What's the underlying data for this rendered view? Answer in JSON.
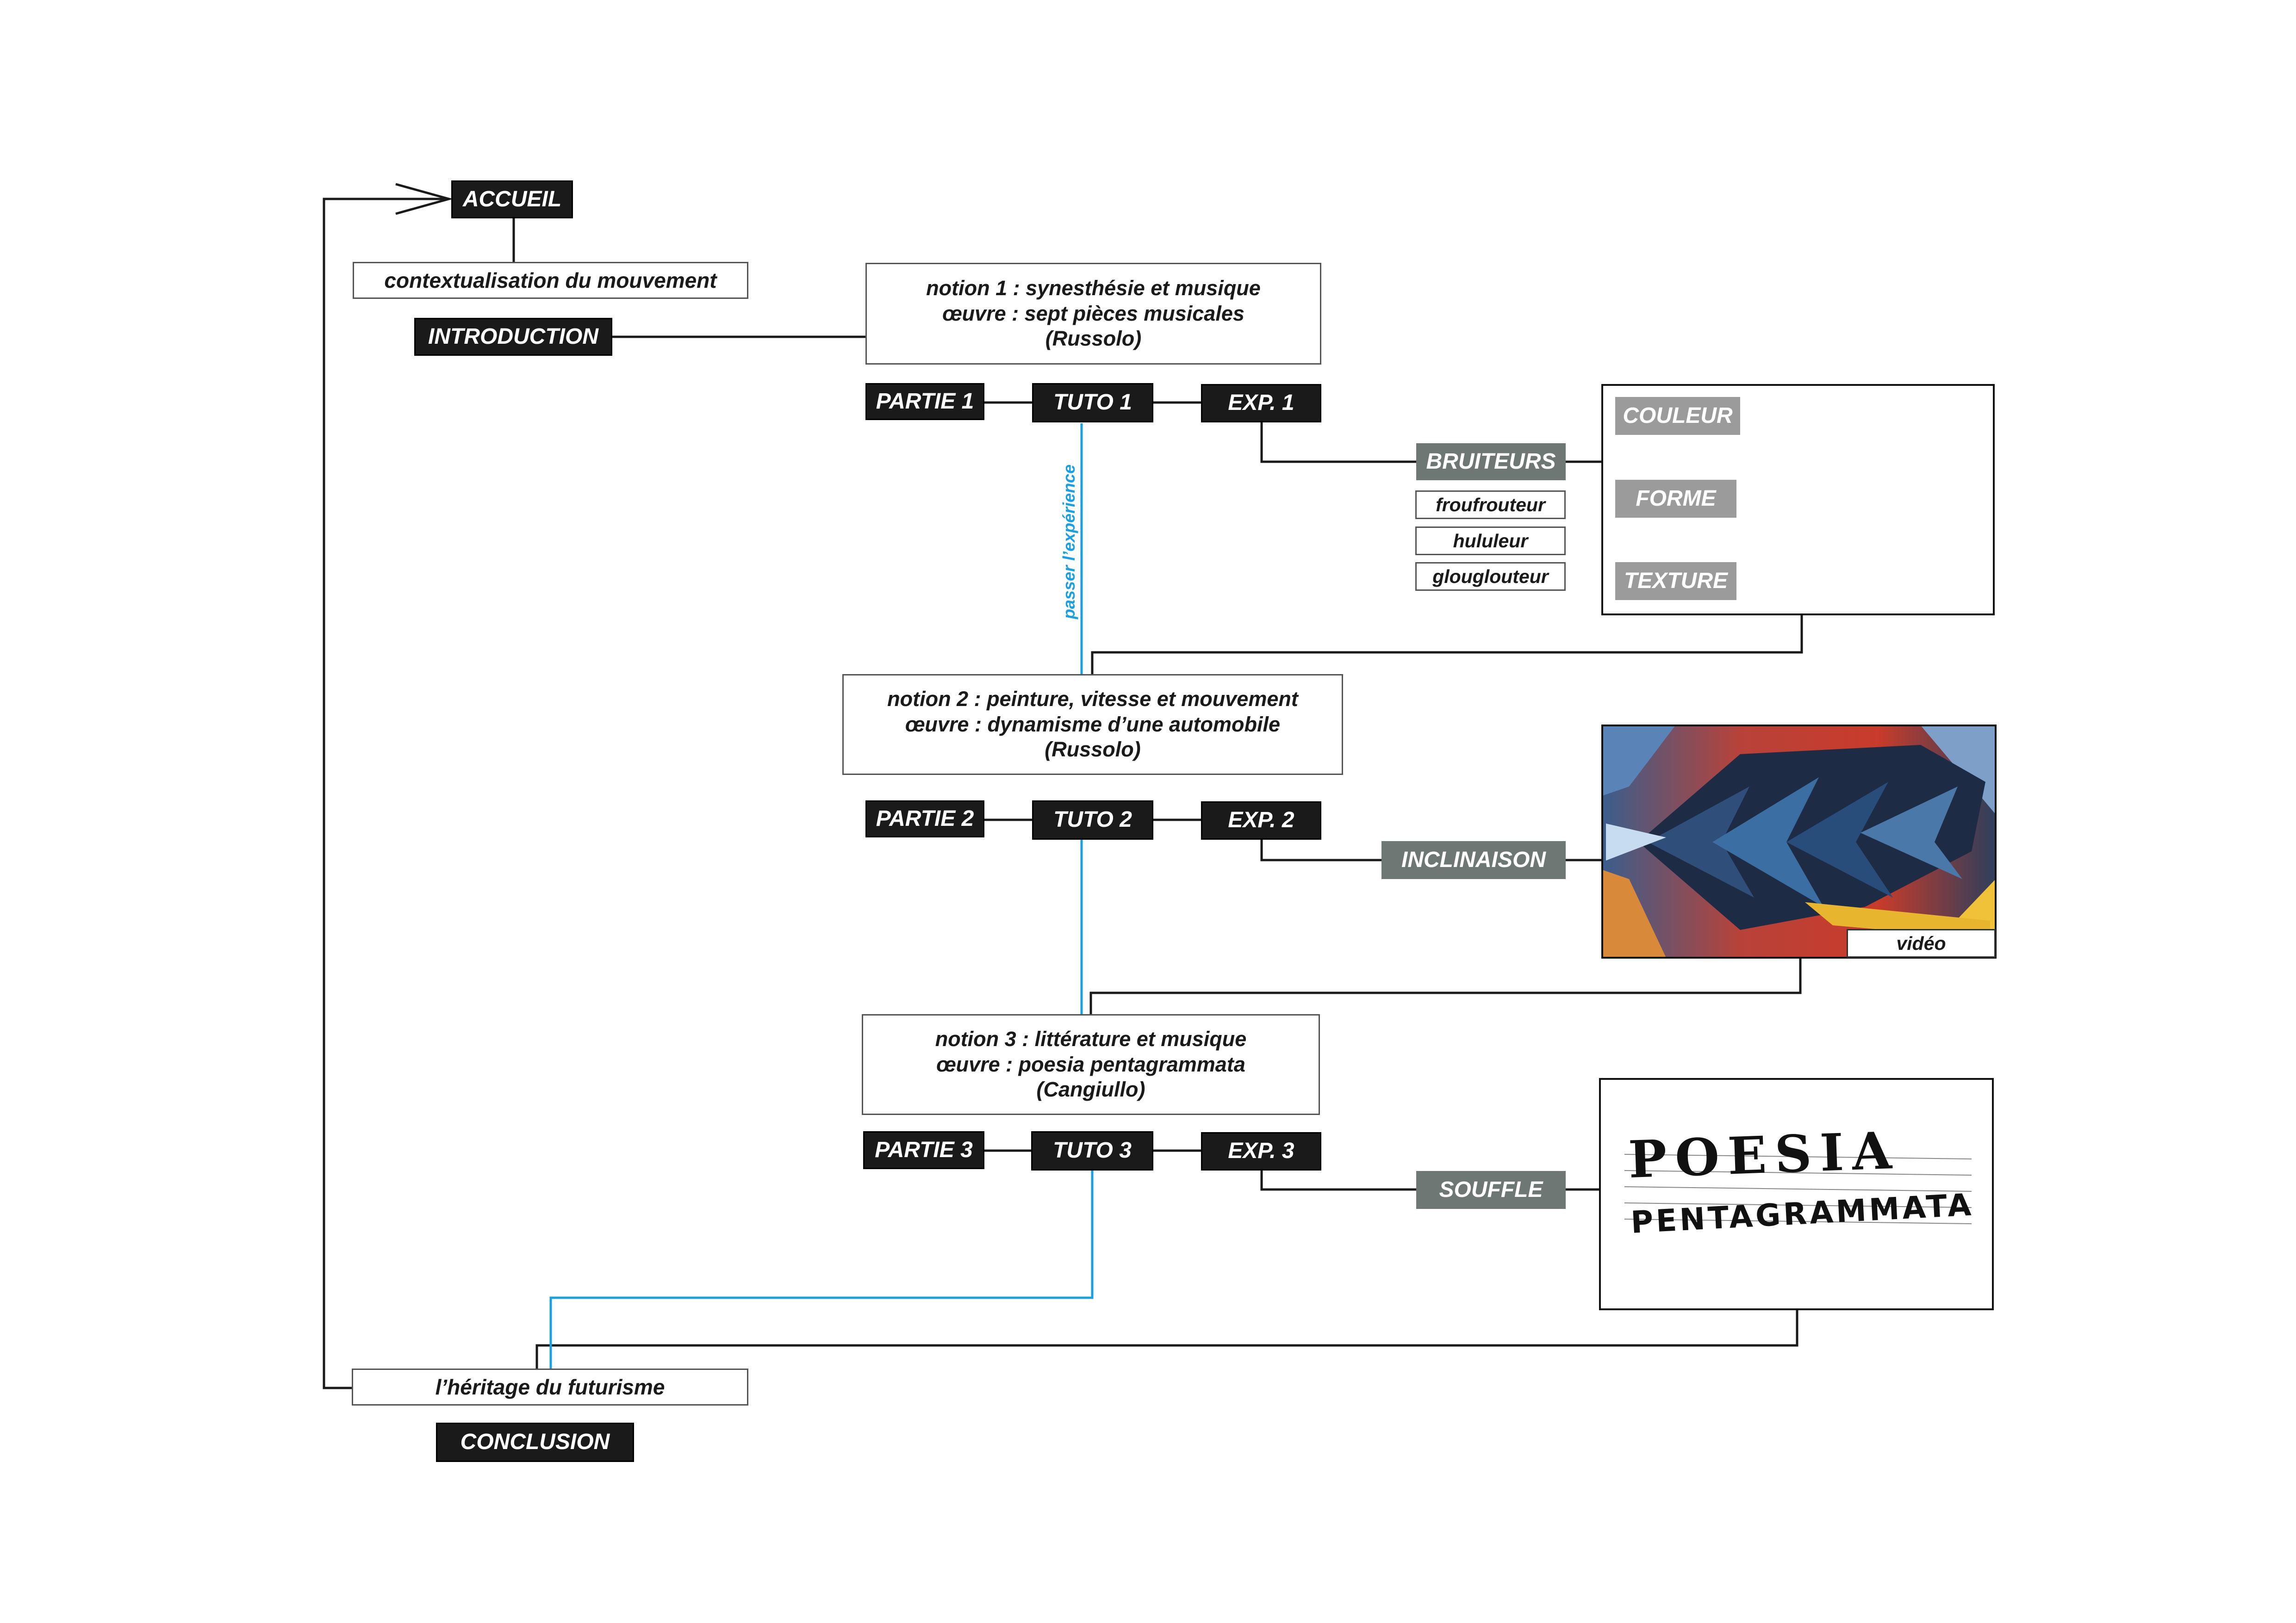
{
  "nodes": {
    "accueil": "ACCUEIL",
    "contextualisation": "contextualisation du mouvement",
    "introduction": "INTRODUCTION",
    "notion1": "notion 1 : synesthésie et musique\nœuvre : sept pièces musicales\n(Russolo)",
    "notion2": "notion 2 : peinture, vitesse et mouvement\nœuvre : dynamisme d’une automobile\n(Russolo)",
    "notion3": "notion 3 : littérature et musique\nœuvre : poesia pentagrammata\n(Cangiullo)",
    "partie1": "PARTIE 1",
    "tuto1": "TUTO 1",
    "exp1": "EXP. 1",
    "partie2": "PARTIE 2",
    "tuto2": "TUTO 2",
    "exp2": "EXP. 2",
    "partie3": "PARTIE 3",
    "tuto3": "TUTO 3",
    "exp3": "EXP. 3",
    "bruiteurs": "BRUITEURS",
    "froufrouteur": "froufrouteur",
    "hululeur": "hululeur",
    "glouglouteur": "glouglouteur",
    "couleur": "COULEUR",
    "forme": "FORME",
    "texture": "TEXTURE",
    "inclinaison": "INCLINAISON",
    "video": "vidéo",
    "souffle": "SOUFFLE",
    "heritage": "l’héritage du futurisme",
    "conclusion": "CONCLUSION",
    "passer": "passer l’expérience"
  },
  "colors": {
    "red": "#d41c23",
    "cyan": "#0aa0e2",
    "yellow": "#f5e600",
    "blue_link": "#1aa0e0"
  },
  "poster_text": {
    "line1": "POESIA",
    "line2": "PENTAGRAMMATA"
  }
}
